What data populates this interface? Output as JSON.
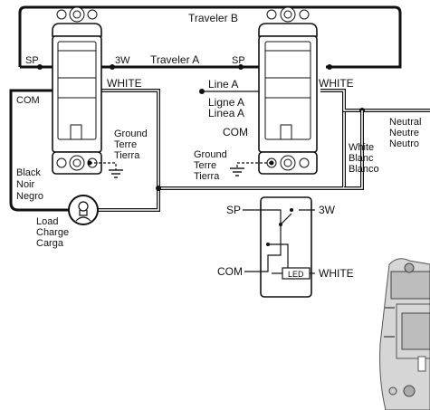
{
  "labels": {
    "traveler_b": "Traveler B",
    "traveler_a": "Traveler A",
    "sp_left": "SP",
    "threeway_left": "3W",
    "white_left": "WHITE",
    "com_left": "COM",
    "ground_left": [
      "Ground",
      "Terre",
      "Tierra"
    ],
    "black": [
      "Black",
      "Noir",
      "Negro"
    ],
    "load": [
      "Load",
      "Charge",
      "Carga"
    ],
    "sp_right": "SP",
    "line_a": "Line A",
    "ligne_a": [
      "Ligne A",
      "Linea A"
    ],
    "com_right": "COM",
    "white_right": "WHITE",
    "ground_right": [
      "Ground",
      "Terre",
      "Tierra"
    ],
    "white_wire": [
      "White",
      "Blanc",
      "Blanco"
    ],
    "neutral": [
      "Neutral",
      "Neutre",
      "Neutro"
    ],
    "inset_sp": "SP",
    "inset_3w": "3W",
    "inset_com": "COM",
    "inset_led": "LED",
    "inset_white": "WHITE"
  }
}
